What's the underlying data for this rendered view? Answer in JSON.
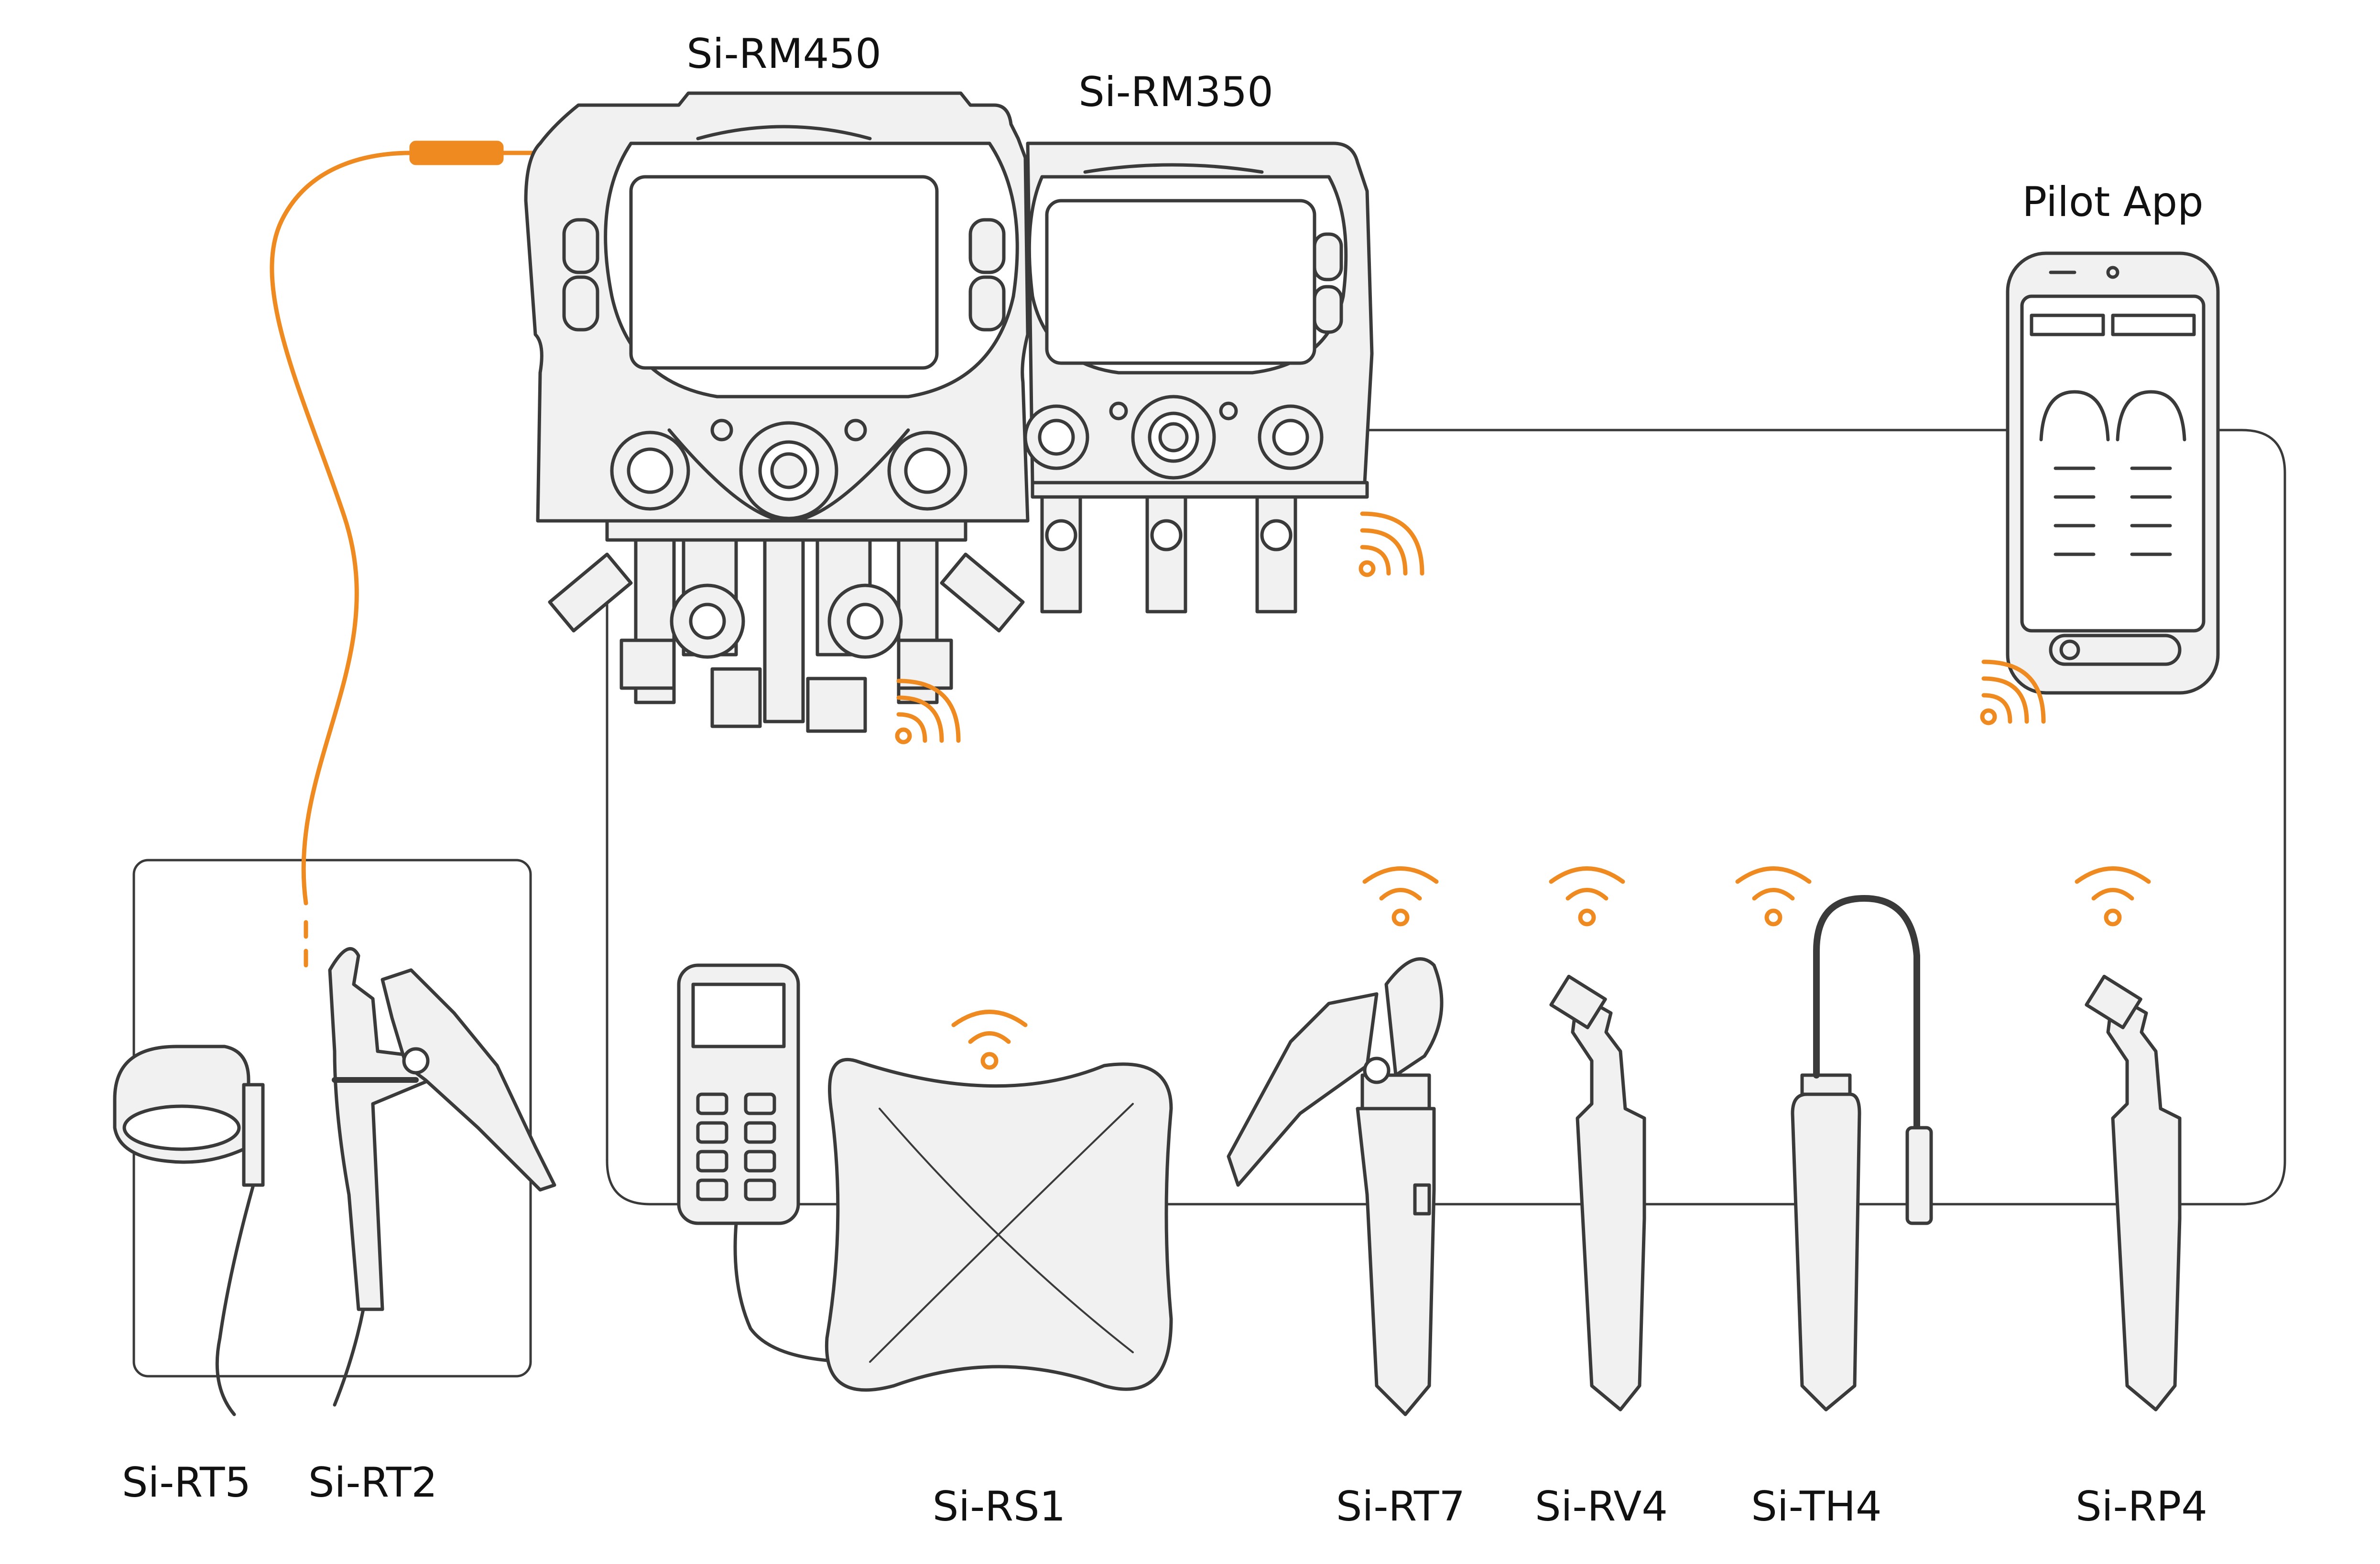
{
  "colors": {
    "outline": "#3a3a3a",
    "accent": "#ee8a1f",
    "device_fill": "#f1f1f1",
    "panel_fill": "#ffffff"
  },
  "labels": {
    "rm450": "Si-RM450",
    "rm350": "Si-RM350",
    "pilot_app": "Pilot App",
    "rt5": "Si-RT5",
    "rt2": "Si-RT2",
    "rs1": "Si-RS1",
    "rt7": "Si-RT7",
    "rv4": "Si-RV4",
    "th4": "Si-TH4",
    "rp4": "Si-RP4"
  },
  "icons": {
    "wireless": "wifi-signal-icon",
    "wireless_side": "wireless-waves-icon",
    "probe": "temperature-probe-icon"
  }
}
